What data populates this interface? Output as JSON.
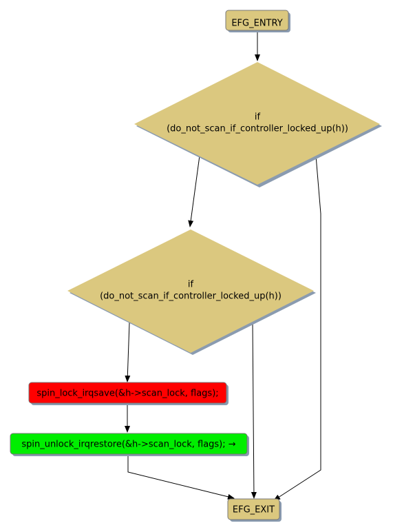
{
  "nodes": {
    "entry": {
      "label": "EFG_ENTRY",
      "fill": "#dbc87f"
    },
    "cond1": {
      "line1": "if",
      "line2": "(do_not_scan_if_controller_locked_up(h))",
      "fill": "#dbc87f"
    },
    "cond2": {
      "line1": "if",
      "line2": "(do_not_scan_if_controller_locked_up(h))",
      "fill": "#dbc87f"
    },
    "lock": {
      "label": "spin_lock_irqsave(&h->scan_lock, flags);",
      "fill": "#ff0000"
    },
    "unlock": {
      "label": "spin_unlock_irqrestore(&h->scan_lock, flags); →",
      "fill": "#00ee00"
    },
    "exit": {
      "label": "EFG_EXIT",
      "fill": "#dbc87f"
    }
  },
  "colors": {
    "shadow": "#8a9bb0",
    "edge": "#000000",
    "border": "#777777"
  }
}
